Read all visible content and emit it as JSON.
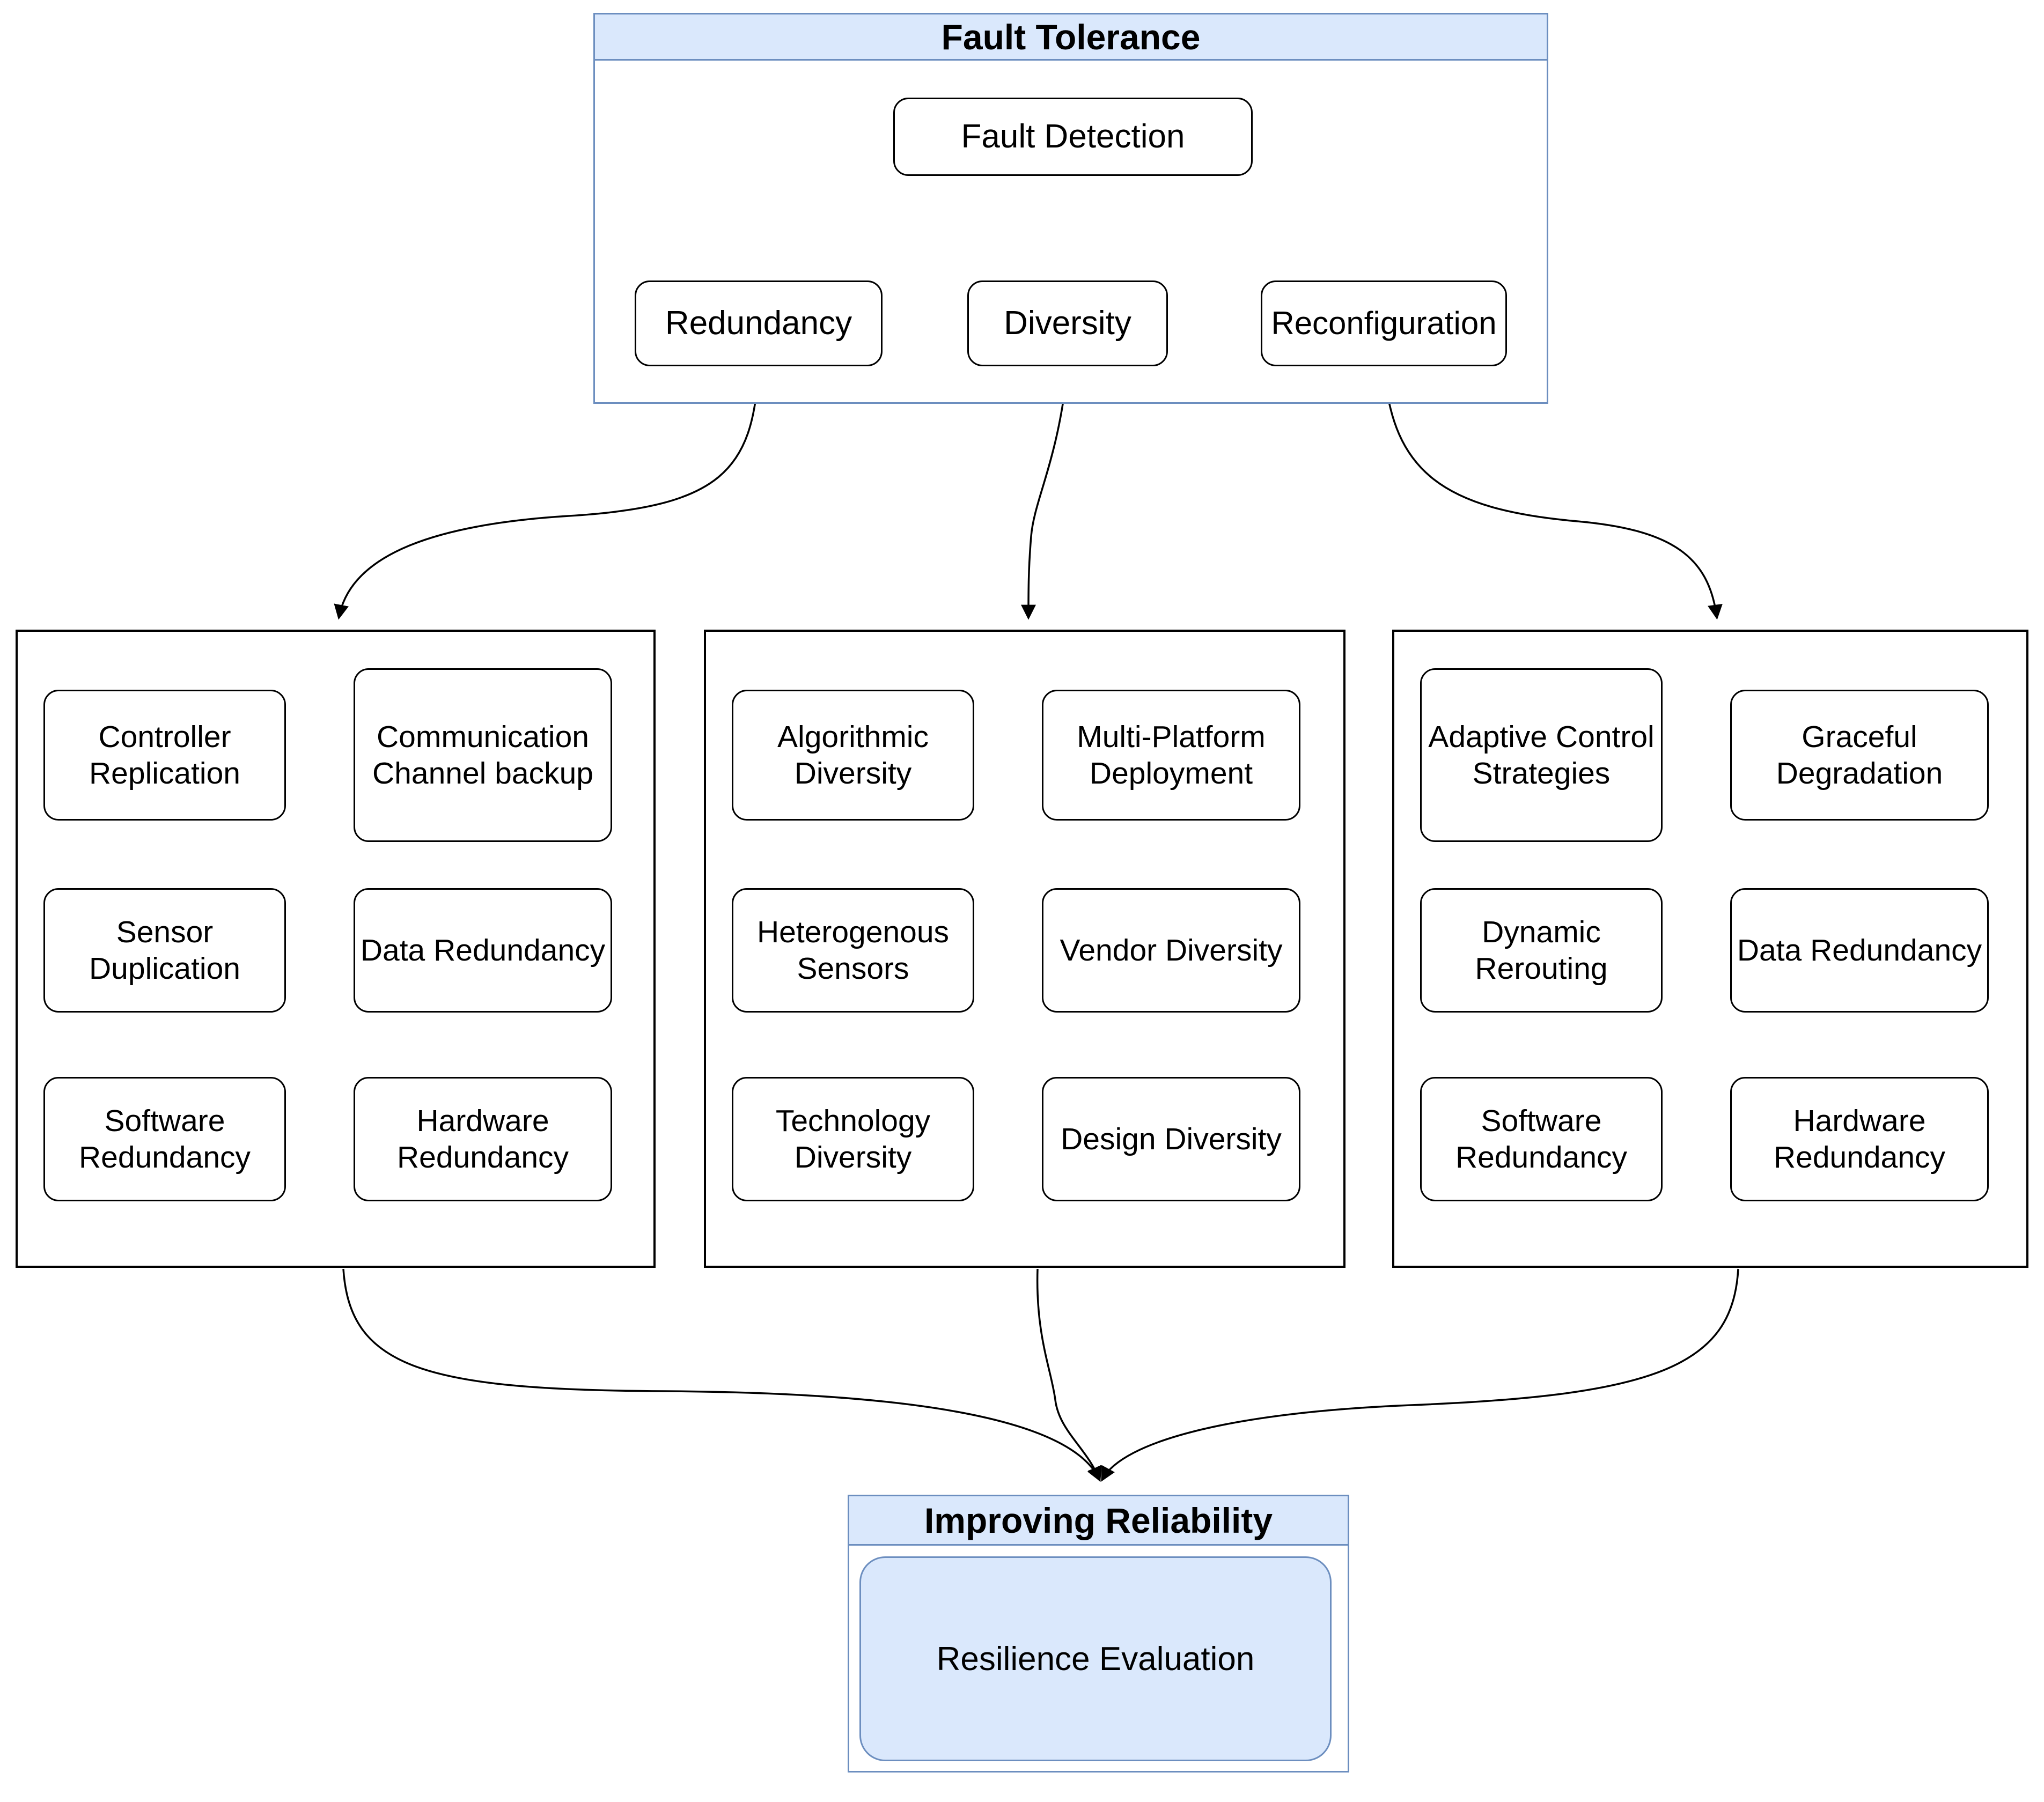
{
  "colors": {
    "accent_fill": "#dae8fc",
    "accent_stroke": "#6c8ebf",
    "node_stroke": "#000000",
    "edge": "#000000"
  },
  "fault_tolerance": {
    "title": "Fault Tolerance",
    "detection": "Fault Detection",
    "branches": [
      {
        "label": "Redundancy"
      },
      {
        "label": "Diversity"
      },
      {
        "label": "Reconfiguration"
      }
    ]
  },
  "groups": [
    {
      "id": "redundancy-group",
      "items": [
        {
          "label": "Controller Replication"
        },
        {
          "label": "Communication Channel backup"
        },
        {
          "label": "Sensor Duplication"
        },
        {
          "label": "Data Redundancy"
        },
        {
          "label": "Software Redundancy"
        },
        {
          "label": "Hardware Redundancy"
        }
      ]
    },
    {
      "id": "diversity-group",
      "items": [
        {
          "label": "Algorithmic Diversity"
        },
        {
          "label": "Multi-Platform Deployment"
        },
        {
          "label": "Heterogenous Sensors"
        },
        {
          "label": "Vendor Diversity"
        },
        {
          "label": "Technology Diversity"
        },
        {
          "label": "Design Diversity"
        }
      ]
    },
    {
      "id": "reconfiguration-group",
      "items": [
        {
          "label": "Adaptive Control Strategies"
        },
        {
          "label": "Graceful Degradation"
        },
        {
          "label": "Dynamic Rerouting"
        },
        {
          "label": "Data Redundancy"
        },
        {
          "label": "Software Redundancy"
        },
        {
          "label": "Hardware Redundancy"
        }
      ]
    }
  ],
  "improving_reliability": {
    "title": "Improving Reliability",
    "node": "Resilience Evaluation"
  }
}
